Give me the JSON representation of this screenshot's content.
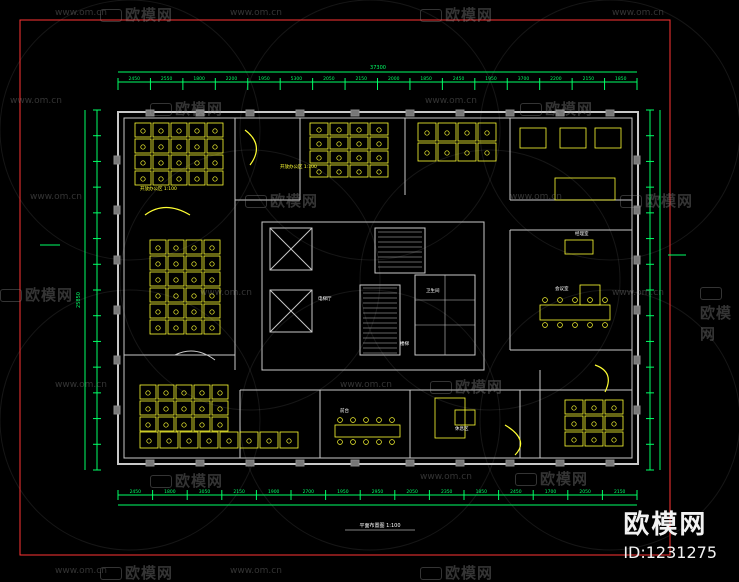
{
  "drawing": {
    "dim_top_total": "37300",
    "dim_left_total": "25850",
    "dim_top_segments": [
      "2450",
      "2550",
      "1800",
      "2200",
      "1950",
      "5300",
      "2050",
      "2150",
      "2000",
      "1850",
      "2450",
      "1950",
      "3700",
      "2200",
      "2150",
      "1850"
    ],
    "dim_bottom_segments": [
      "2450",
      "1800",
      "3050",
      "2150",
      "1900",
      "2700",
      "1950",
      "2950",
      "2050",
      "2350",
      "1850",
      "2450",
      "1700",
      "2050",
      "2150"
    ],
    "room_labels": {
      "open_office_note": "开放办公区 1:100",
      "lobby_note": "电梯厅",
      "restroom_note": "卫生间",
      "stair_note": "楼梯",
      "meeting_note": "会议室",
      "reception_note": "前台",
      "manager_note": "经理室",
      "lounge_note": "休息区"
    },
    "title_caption": "平面布置图  1:100"
  },
  "colors": {
    "background": "#000000",
    "wall": "#c8c8c8",
    "furniture": "#ffff33",
    "dimension": "#00ff66",
    "border": "#ff3333",
    "text": "#ffffff"
  },
  "watermark": {
    "site": "www.om.cn",
    "brand": "欧模网",
    "logo_brand": "欧模网",
    "logo_id": "ID:1231275"
  }
}
